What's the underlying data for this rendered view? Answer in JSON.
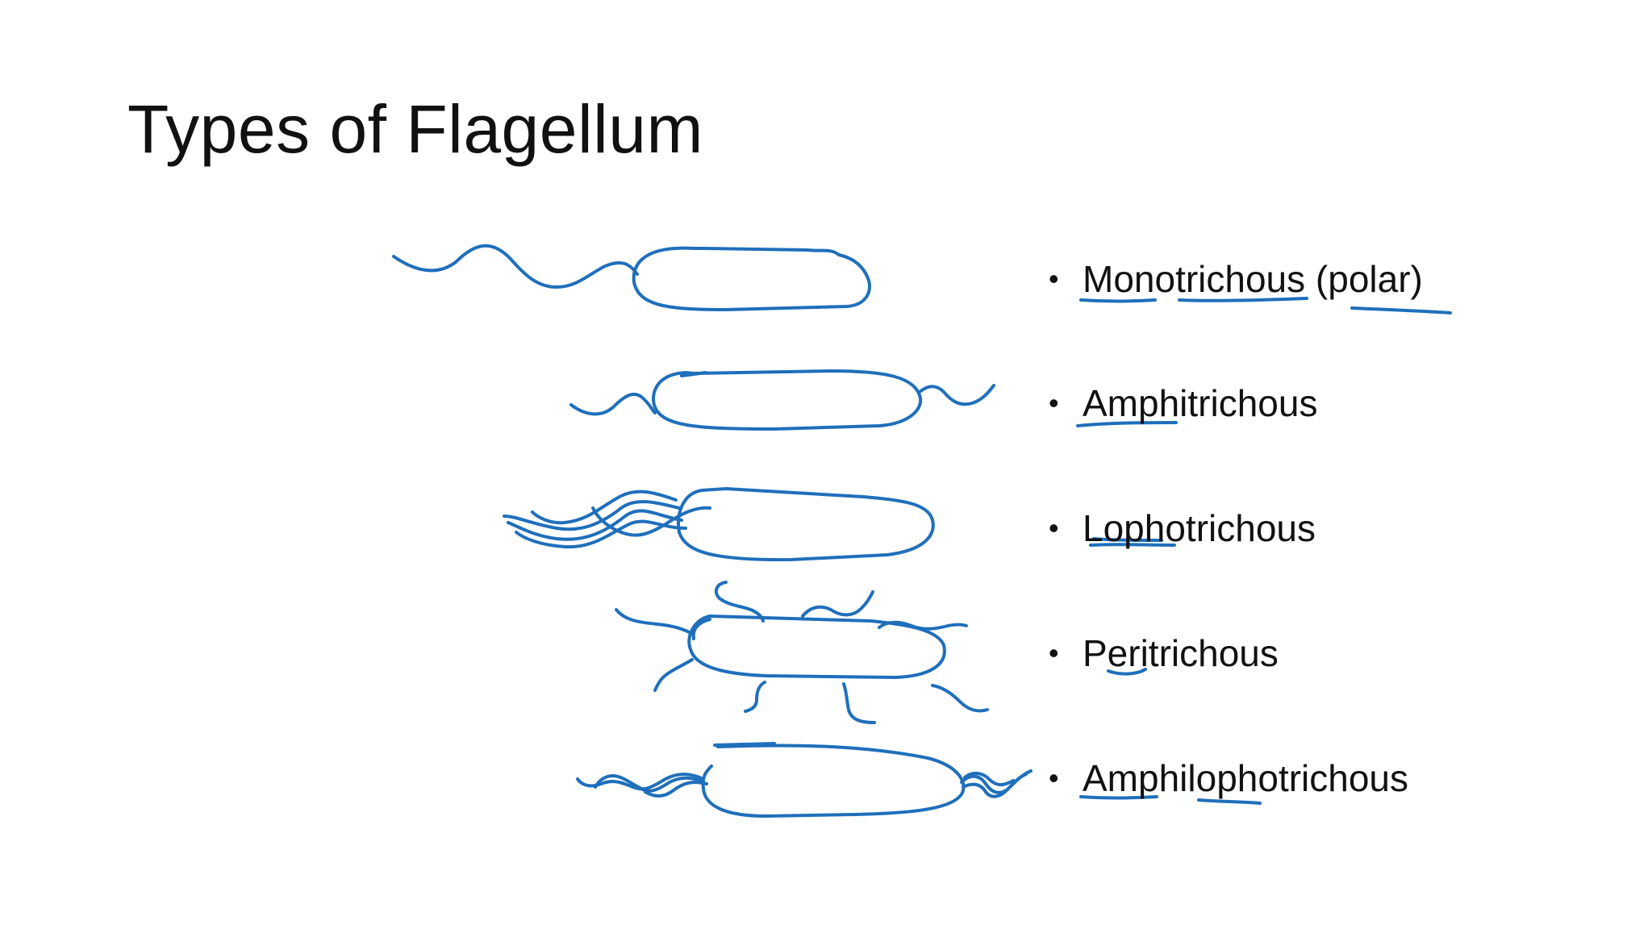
{
  "slide": {
    "title": "Types of Flagellum",
    "bullets": [
      {
        "label": "Monotrichous (polar)"
      },
      {
        "label": "Amphitrichous"
      },
      {
        "label": "Lophotrichous"
      },
      {
        "label": "Peritrichous"
      },
      {
        "label": "Amphilophotrichous"
      }
    ],
    "bullet_glyph": "•"
  },
  "colors": {
    "ink": "#1f6fbb",
    "text": "#111111",
    "background": "#ffffff"
  }
}
